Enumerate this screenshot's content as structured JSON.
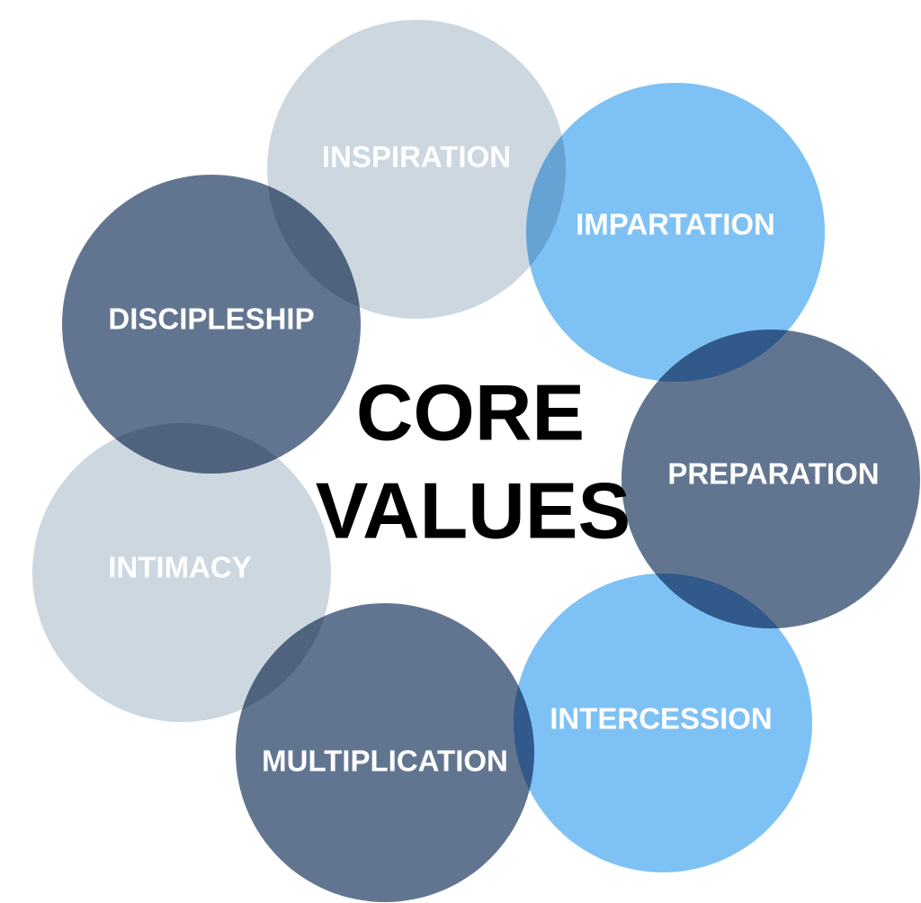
{
  "title": {
    "line1": "CORE",
    "line2": "VALUES"
  },
  "colors": {
    "light_gray": "#ccd7df",
    "slate": "#627590",
    "sky": "#7ec1f4",
    "text_light": "#ffffff",
    "text_dark": "#000000"
  },
  "values": [
    {
      "id": "inspiration",
      "label": "INSPIRATION",
      "color": "light_gray"
    },
    {
      "id": "impartation",
      "label": "IMPARTATION",
      "color": "sky"
    },
    {
      "id": "preparation",
      "label": "PREPARATION",
      "color": "slate"
    },
    {
      "id": "intercession",
      "label": "INTERCESSION",
      "color": "sky"
    },
    {
      "id": "multiplication",
      "label": "MULTIPLICATION",
      "color": "slate"
    },
    {
      "id": "intimacy",
      "label": "INTIMACY",
      "color": "light_gray"
    },
    {
      "id": "discipleship",
      "label": "DISCIPLESHIP",
      "color": "slate"
    }
  ]
}
